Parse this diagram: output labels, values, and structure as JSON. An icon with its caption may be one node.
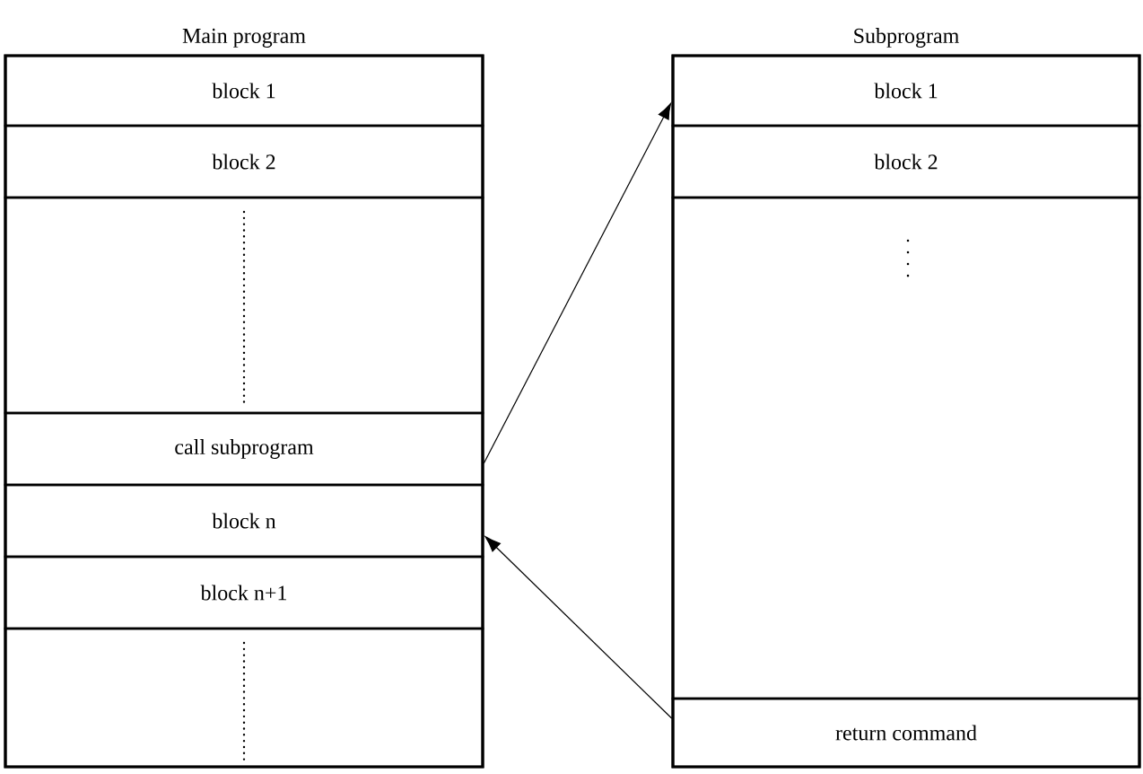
{
  "diagram": {
    "nodes": [
      {
        "text": [
          "Main program"
        ]
      },
      {
        "text": [
          "block 1"
        ],
        "in": 0
      },
      {
        "text": [
          "block 2"
        ],
        "in": 0
      },
      {
        "text": [],
        "shape": "box",
        "in": 0
      },
      {
        "text": [
          "call subprogram"
        ],
        "in": 0
      },
      {
        "text": [
          "block n"
        ],
        "in": 0
      },
      {
        "text": [
          "block n+1"
        ],
        "in": 0
      },
      {
        "text": [],
        "shape": "box",
        "in": 0
      },
      {
        "text": [
          "Subprogram"
        ]
      },
      {
        "text": [
          "block 1"
        ],
        "in": 8
      },
      {
        "text": [
          "block 2"
        ],
        "in": 8
      },
      {
        "text": [],
        "shape": "box",
        "in": 8
      },
      {
        "text": [
          "return command"
        ],
        "in": 8
      }
    ],
    "edges": [
      {
        "from": 4,
        "to": 9,
        "arrow": "to"
      },
      {
        "from": 12,
        "to": 5,
        "arrow": "to"
      }
    ]
  }
}
